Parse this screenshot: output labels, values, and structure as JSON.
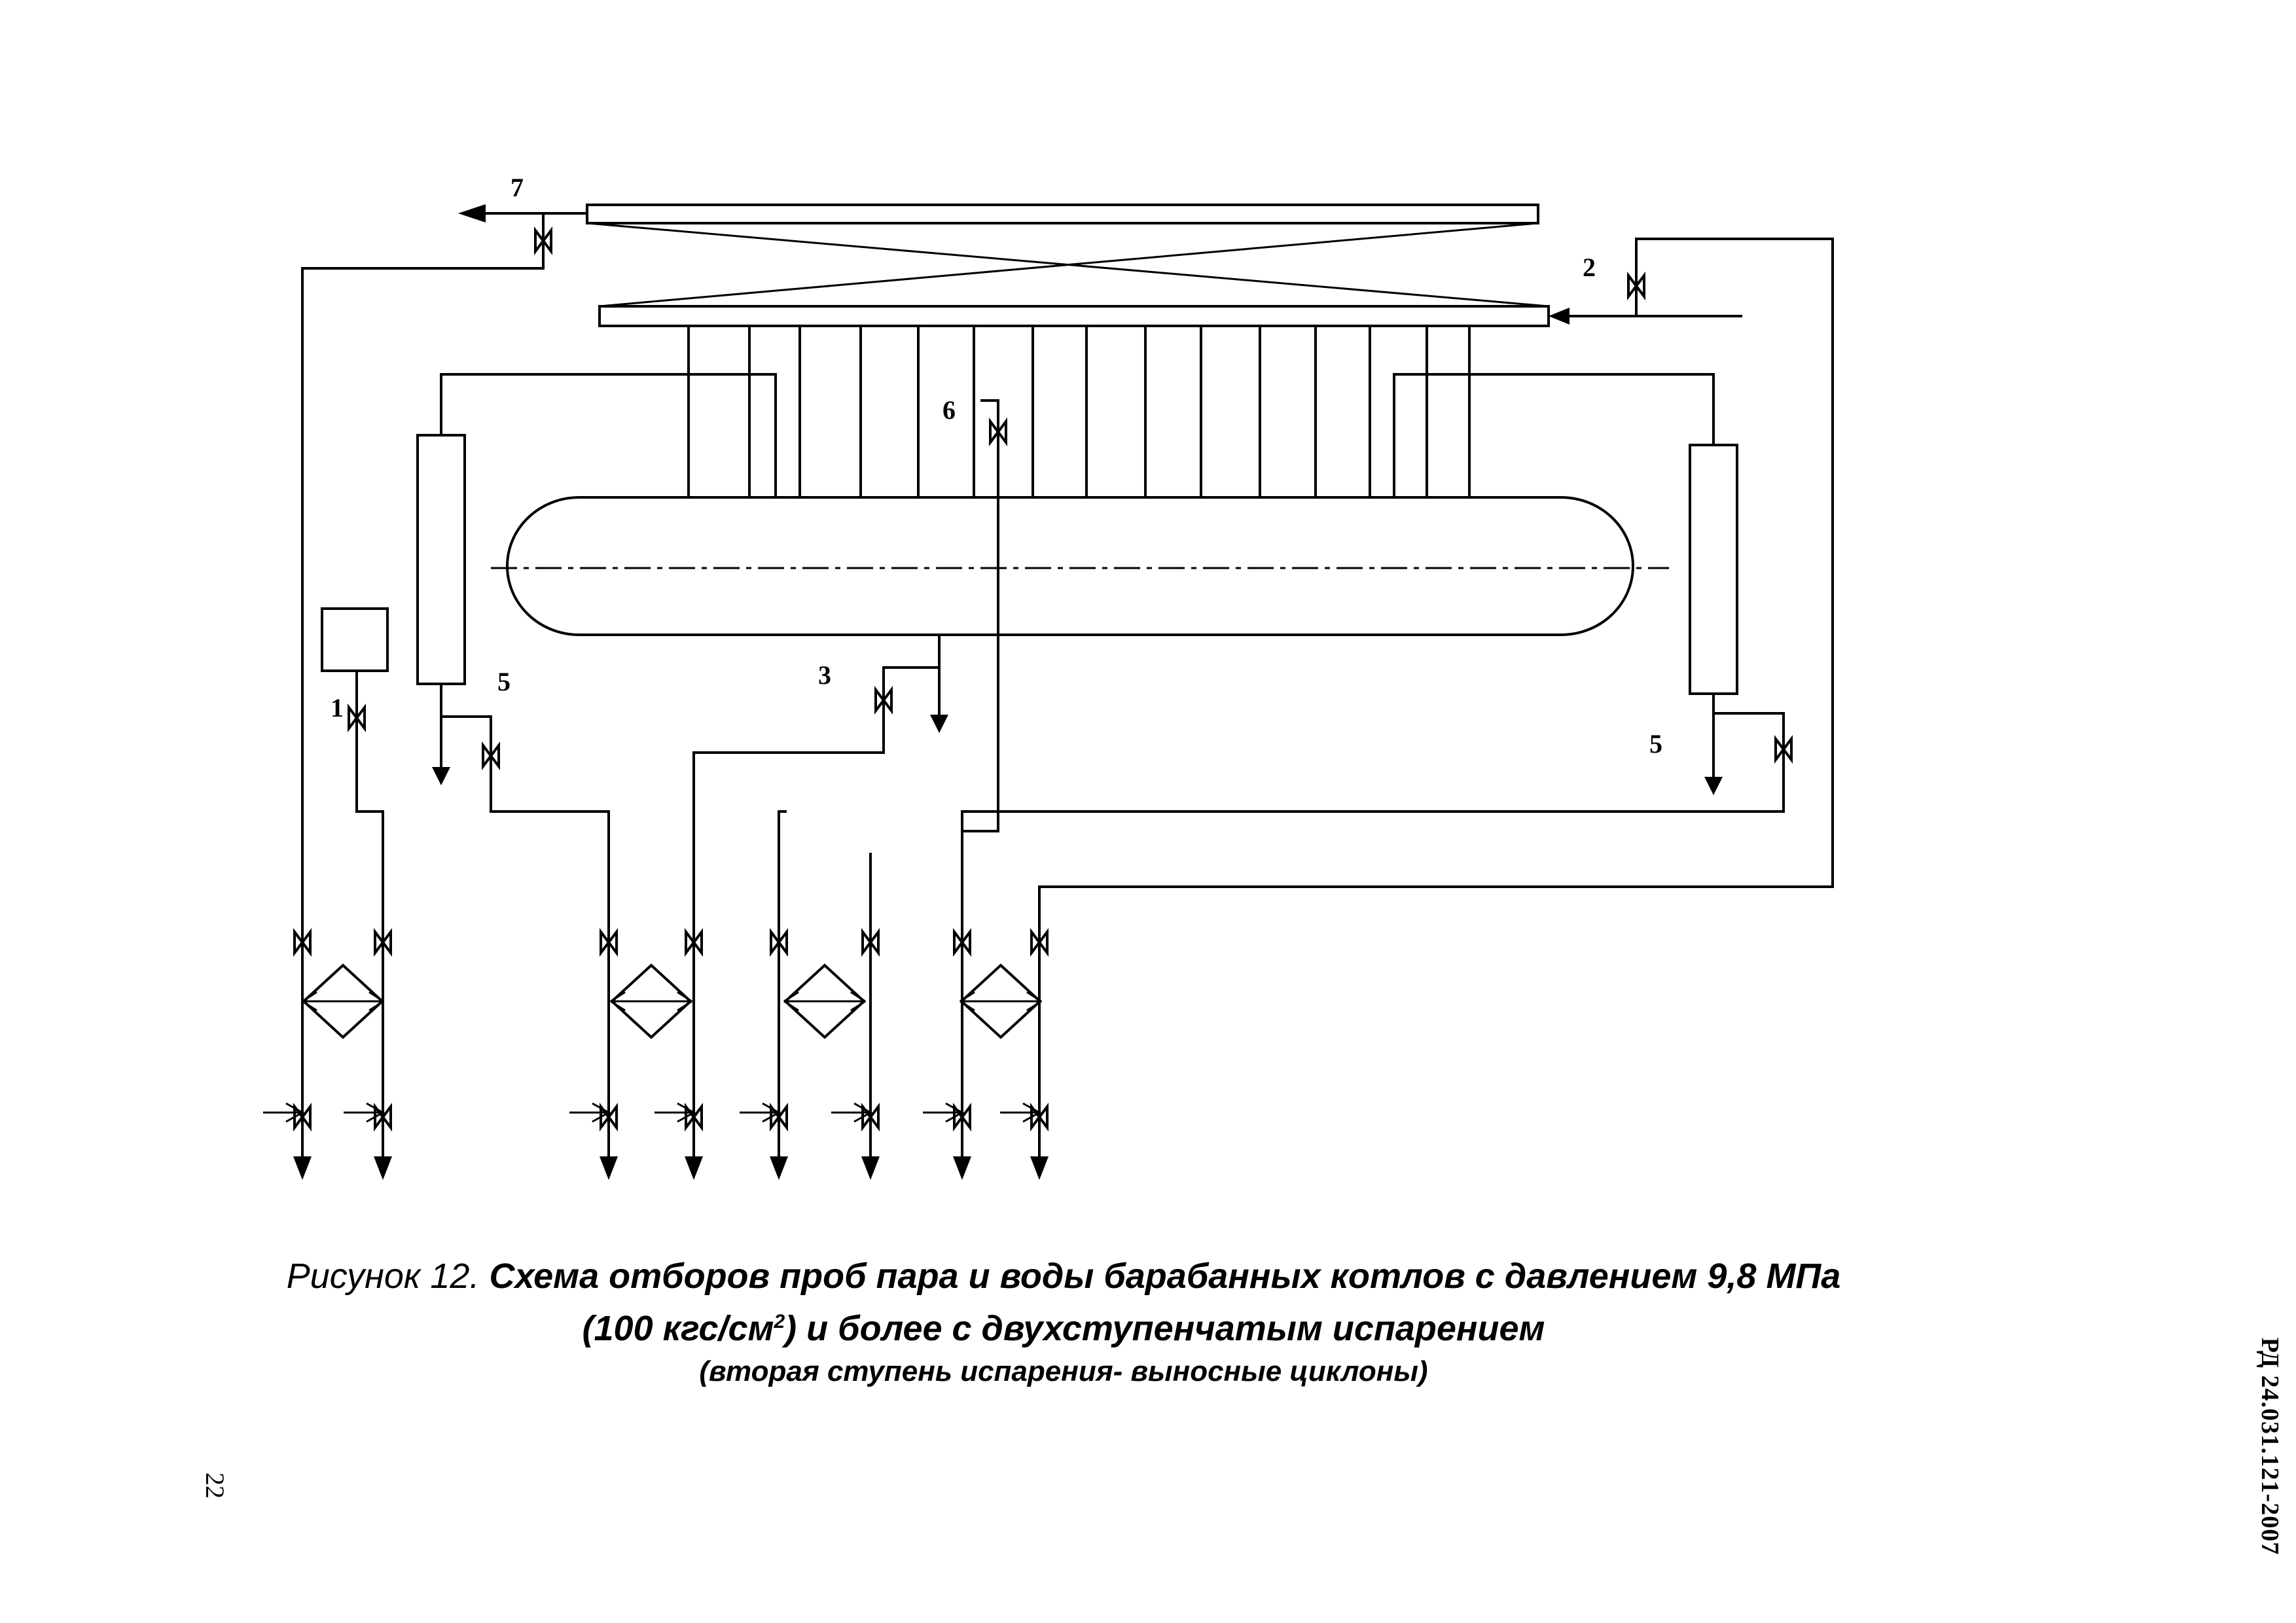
{
  "diagram": {
    "labels": {
      "n1": "1",
      "n2": "2",
      "n3": "3",
      "n5_left": "5",
      "n5_right": "5",
      "n6": "6",
      "n7": "7"
    }
  },
  "caption": {
    "prefix": "Рисунок 12. ",
    "title_line1": "Схема отборов проб пара и воды барабанных котлов с давлением 9,8 МПа",
    "title_line2_a": "(100 кгс/см",
    "title_line2_sup": "2",
    "title_line2_b": ") и более с двухступенчатым испарением",
    "subtitle": "(вторая ступень испарения- выносные циклоны)"
  },
  "page_number": "22",
  "document_code": "РД 24.031.121-2007"
}
